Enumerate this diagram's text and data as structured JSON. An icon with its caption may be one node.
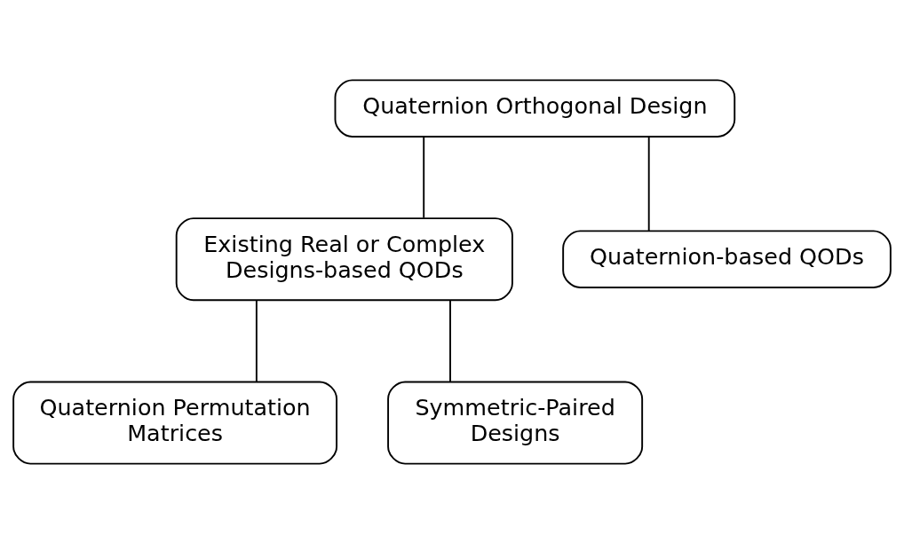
{
  "diagram": {
    "nodes": [
      {
        "text": [
          "Quaternion Orthogonal Design"
        ]
      },
      {
        "text": [
          "Existing Real or Complex Designs-based QODs"
        ]
      },
      {
        "text": [
          "Quaternion-based QODs"
        ]
      },
      {
        "text": [
          "Quaternion Permutation Matrices"
        ]
      },
      {
        "text": [
          "Symmetric-Paired Designs"
        ]
      }
    ],
    "edges": [
      {
        "from": 0,
        "to": 1,
        "arrow": "none"
      },
      {
        "from": 0,
        "to": 2,
        "arrow": "none"
      },
      {
        "from": 1,
        "to": 3,
        "arrow": "none"
      },
      {
        "from": 1,
        "to": 4,
        "arrow": "none"
      }
    ]
  }
}
